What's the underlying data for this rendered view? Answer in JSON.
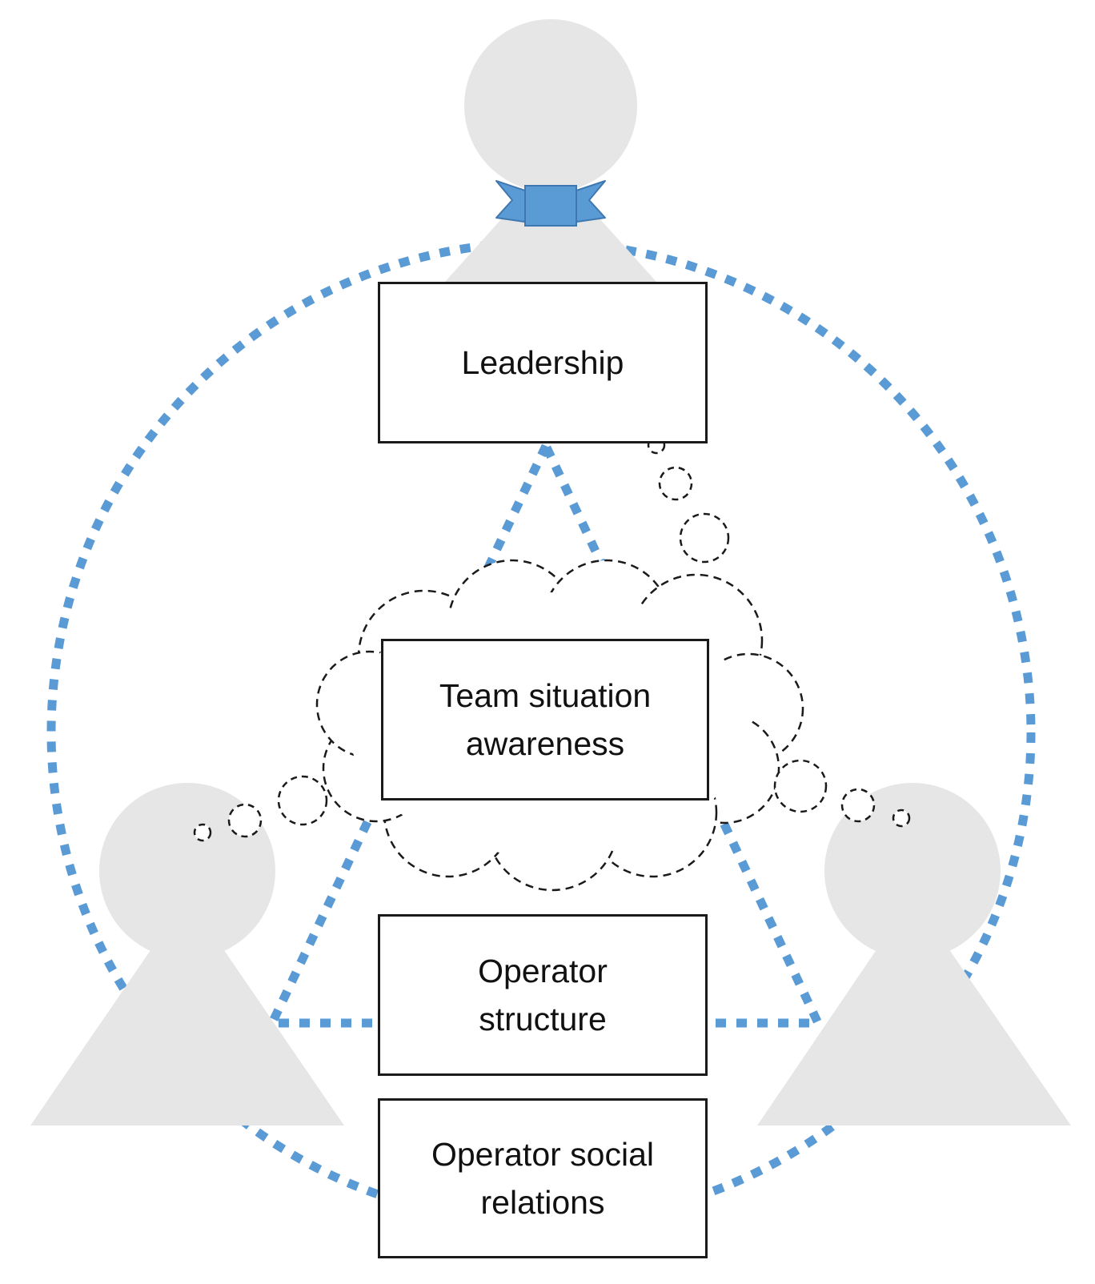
{
  "colors": {
    "figure": "#e6e6e6",
    "dotted_line": "#5b9bd5",
    "bow_tie": "#5b9bd5",
    "bow_tie_outline": "#3f78b0",
    "box_border": "#1a1a1a",
    "thought_outline": "#1a1a1a"
  },
  "figures": [
    {
      "role": "leader",
      "icon": "person-with-bow-tie-icon"
    },
    {
      "role": "operator-left",
      "icon": "person-icon"
    },
    {
      "role": "operator-right",
      "icon": "person-icon"
    }
  ],
  "boxes": {
    "leadership": "Leadership",
    "team_situation_awareness": "Team situation\nawareness",
    "operator_structure": "Operator\nstructure",
    "operator_social_relations": "Operator social\nrelations"
  }
}
